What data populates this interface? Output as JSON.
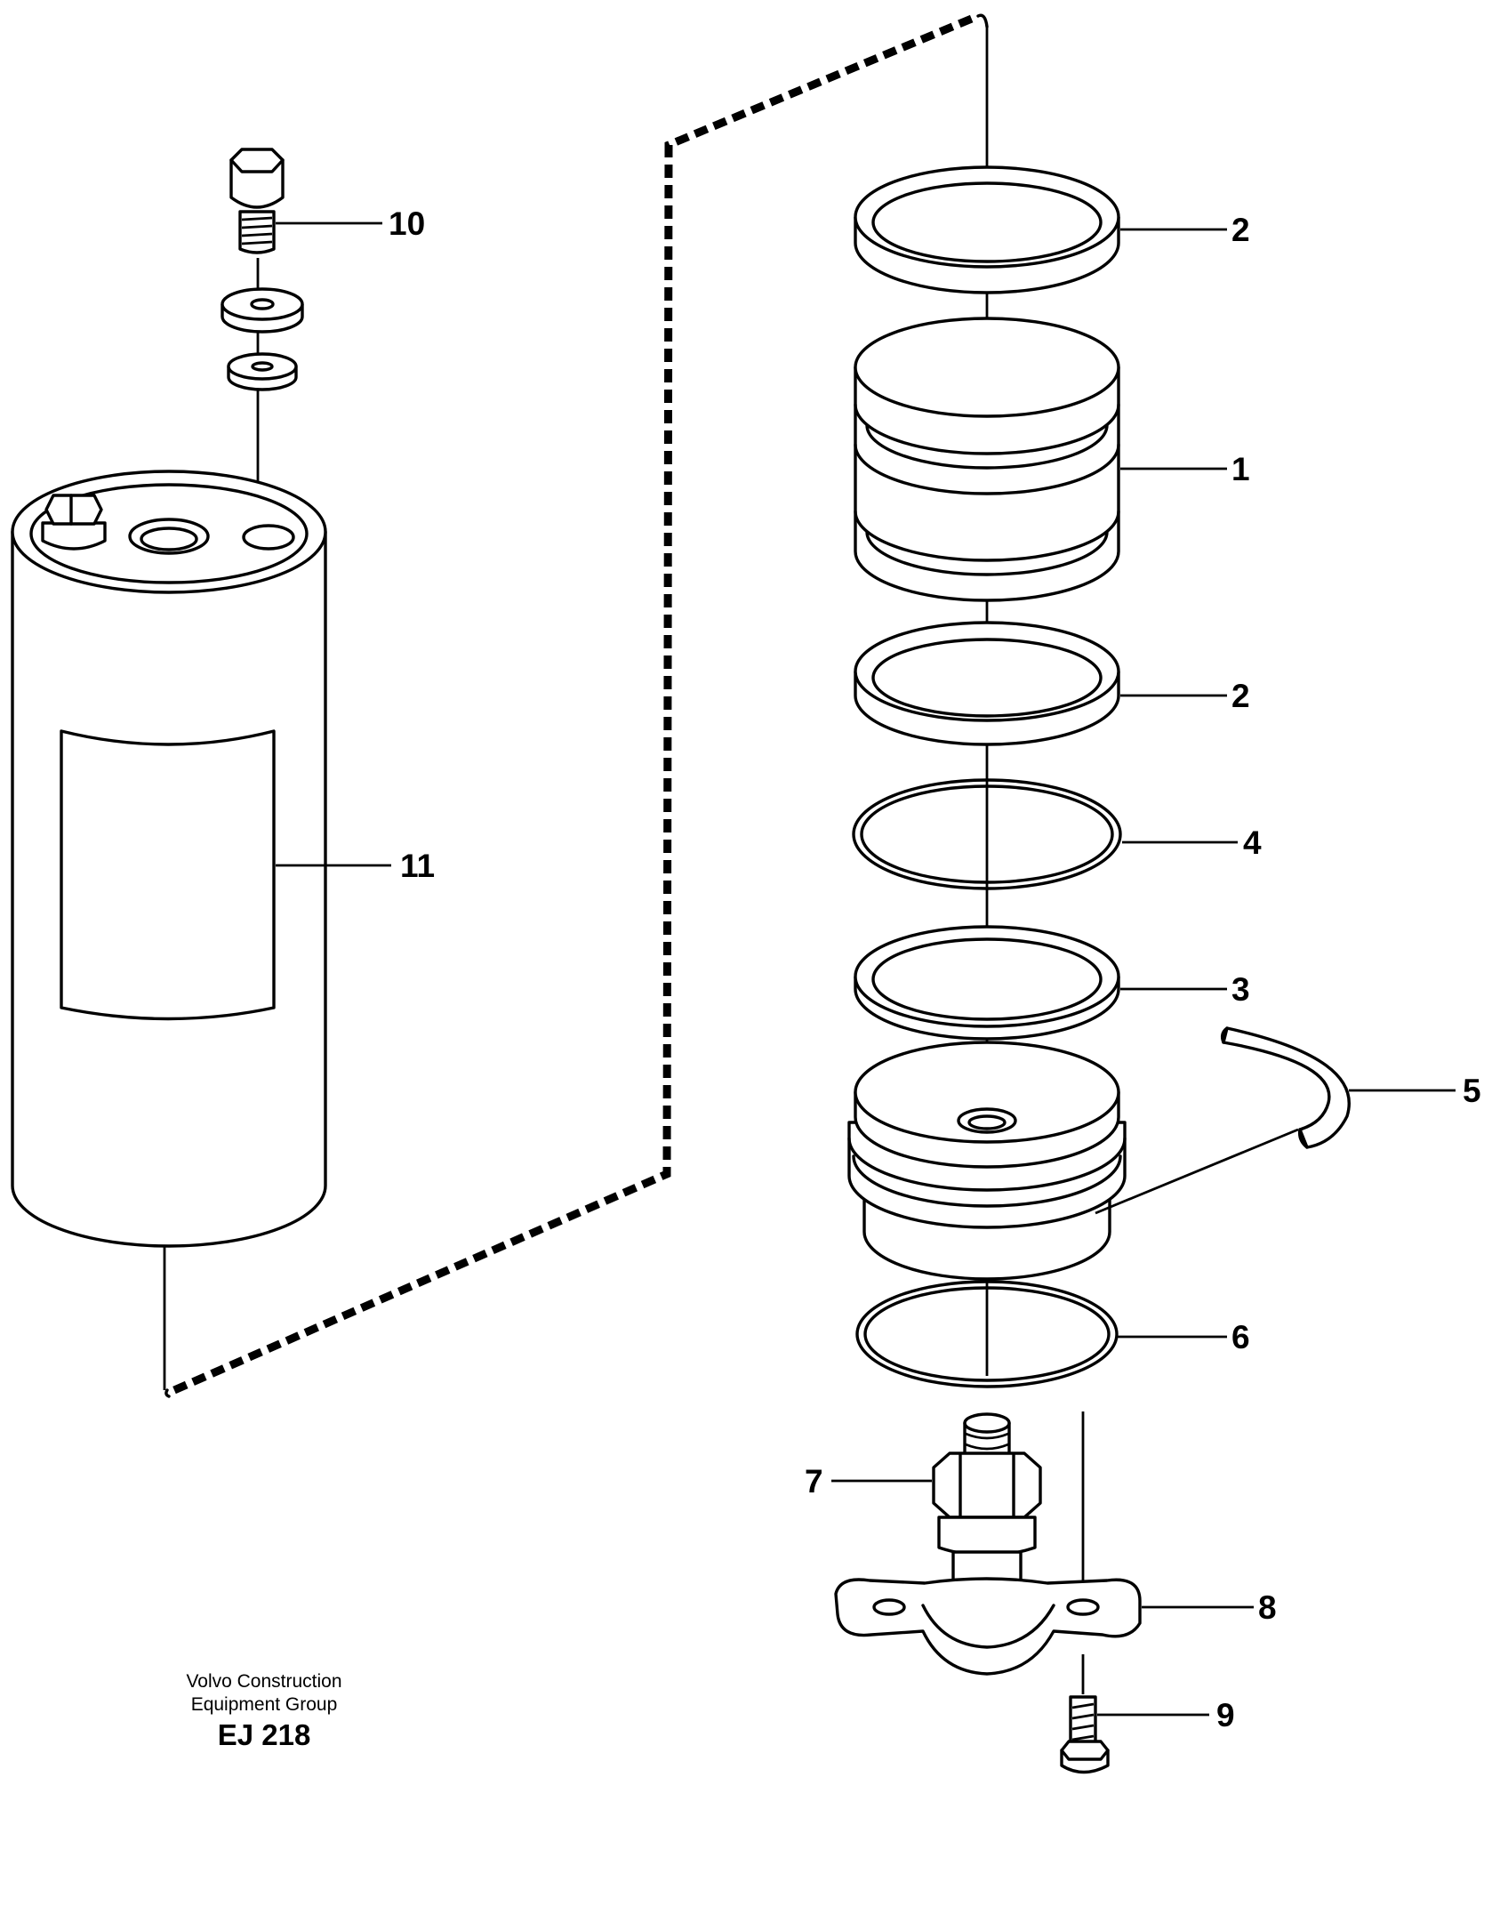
{
  "credit": {
    "line1": "Volvo Construction",
    "line2": "Equipment Group",
    "code": "EJ 218"
  },
  "callouts": {
    "c1": "1",
    "c2a": "2",
    "c2b": "2",
    "c3": "3",
    "c4": "4",
    "c5": "5",
    "c6": "6",
    "c7": "7",
    "c8": "8",
    "c9": "9",
    "c10": "10",
    "c11": "11"
  }
}
